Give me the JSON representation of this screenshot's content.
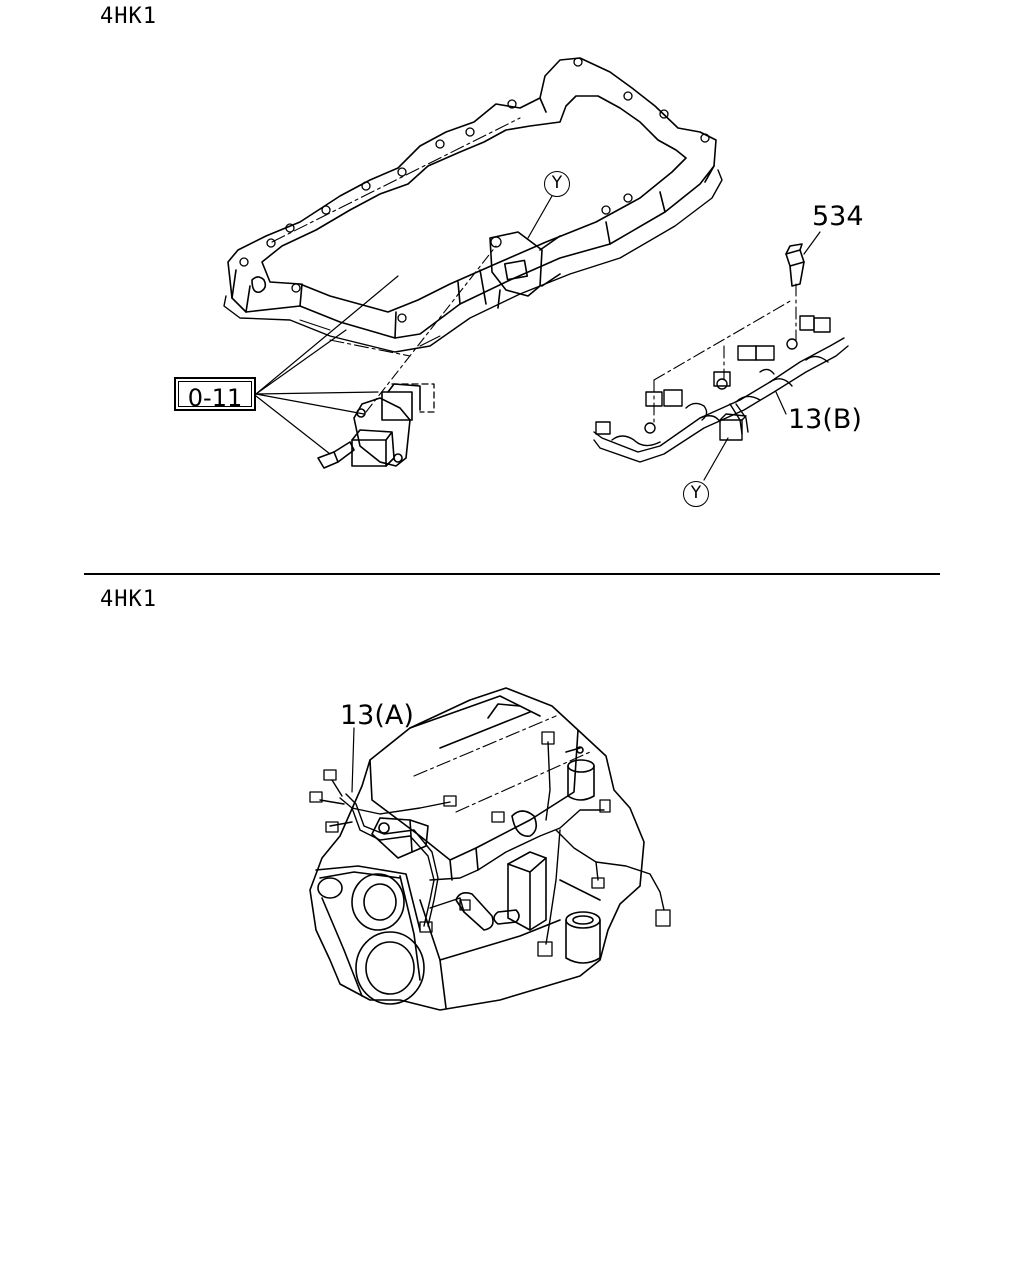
{
  "top_section": {
    "model_label": "4HK1",
    "callouts": {
      "bolt": "534",
      "harness_b": "13(B)",
      "ref_box": "0-11",
      "tag_upper": "Y",
      "tag_lower": "Y"
    }
  },
  "bottom_section": {
    "model_label": "4HK1",
    "callouts": {
      "harness_a": "13(A)"
    }
  }
}
